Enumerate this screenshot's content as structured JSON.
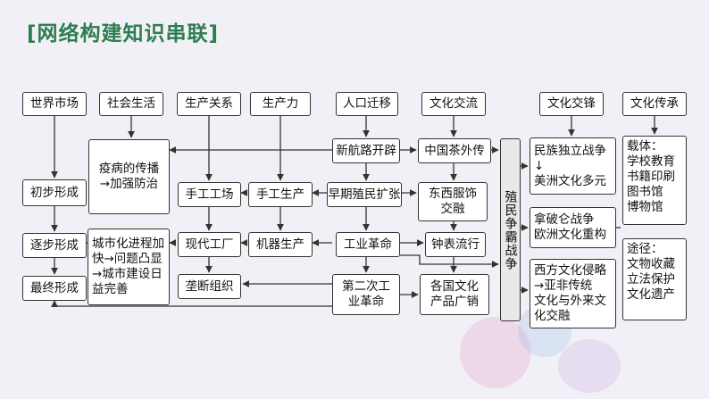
{
  "title": "[网络构建知识串联]",
  "top_row": {
    "world_market": "世界市场",
    "social_life": "社会生活",
    "relations": "生产关系",
    "productivity": "生产力",
    "migration": "人口迁移",
    "exchange": "文化交流",
    "clash": "文化交锋",
    "heritage": "文化传承"
  },
  "world_market_stages": [
    "初步形成",
    "逐步形成",
    "最终形成"
  ],
  "social": {
    "disease": "疫病的传播\n→加强防治",
    "urban": "城市化进程加\n快→问题凸显\n→城市建设日\n益完善"
  },
  "relations_items": [
    "手工工场",
    "现代工厂",
    "垄断组织"
  ],
  "productivity_items": [
    "手工生产",
    "机器生产"
  ],
  "center": {
    "route": "新航路开辟",
    "colonial": "早期殖民扩张",
    "industrial": "工业革命",
    "second_industrial": "第二次工\n业革命"
  },
  "exchange_items": {
    "tea": "中国茶外传",
    "clothing": "东西服饰\n交融",
    "watch": "钟表流行",
    "products": "各国文化\n产品广销"
  },
  "war": "殖民争霸战争",
  "clash_items": [
    "民族独立战争\n↓\n美洲文化多元",
    "拿破仑战争\n欧洲文化重构",
    "西方文化侵略\n→亚非传统\n文化与外来文\n化交融"
  ],
  "heritage_items": {
    "carriers": "载体：\n学校教育\n书籍印刷\n图书馆\n博物馆",
    "ways": "途径：\n文物收藏\n立法保护\n文化遗产"
  }
}
